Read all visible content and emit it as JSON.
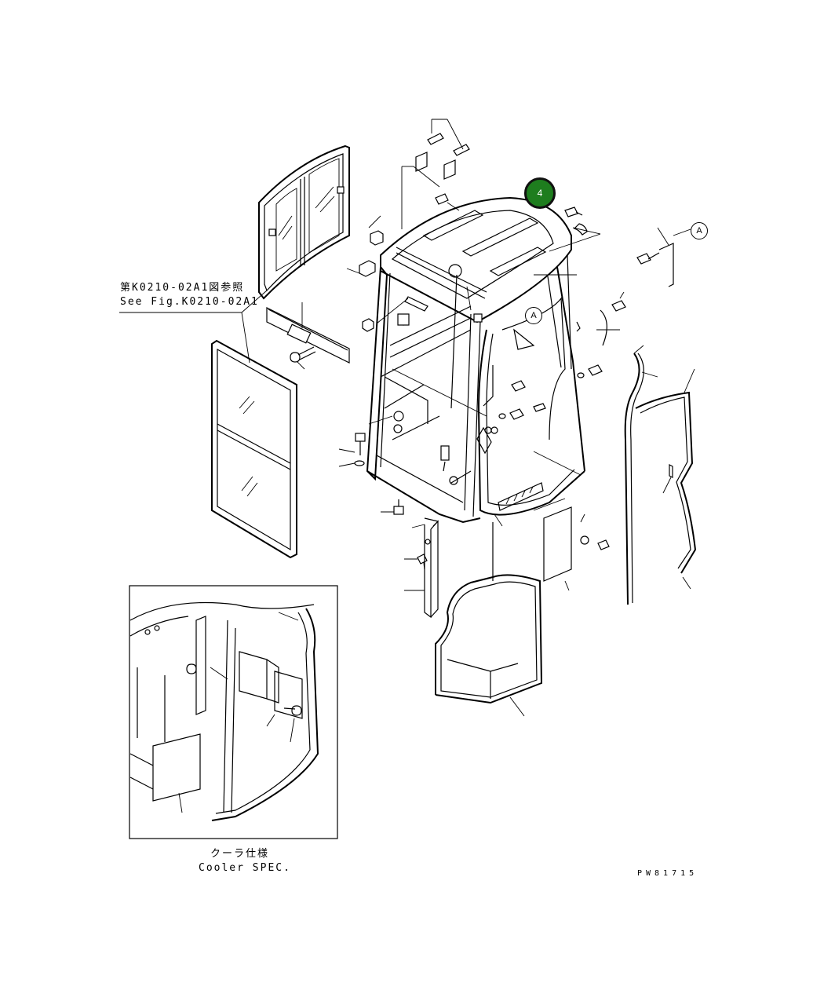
{
  "reference_note": {
    "japanese": "第K0210-02A1図参照",
    "english": "See Fig.K0210-02A1"
  },
  "inset": {
    "caption_japanese": "クーラ仕様",
    "caption_english": "Cooler SPEC."
  },
  "figure_code": "PW81715",
  "callouts": [
    {
      "label": "4",
      "color": "#1e7d1e"
    }
  ],
  "view_markers": [
    "A",
    "A"
  ]
}
